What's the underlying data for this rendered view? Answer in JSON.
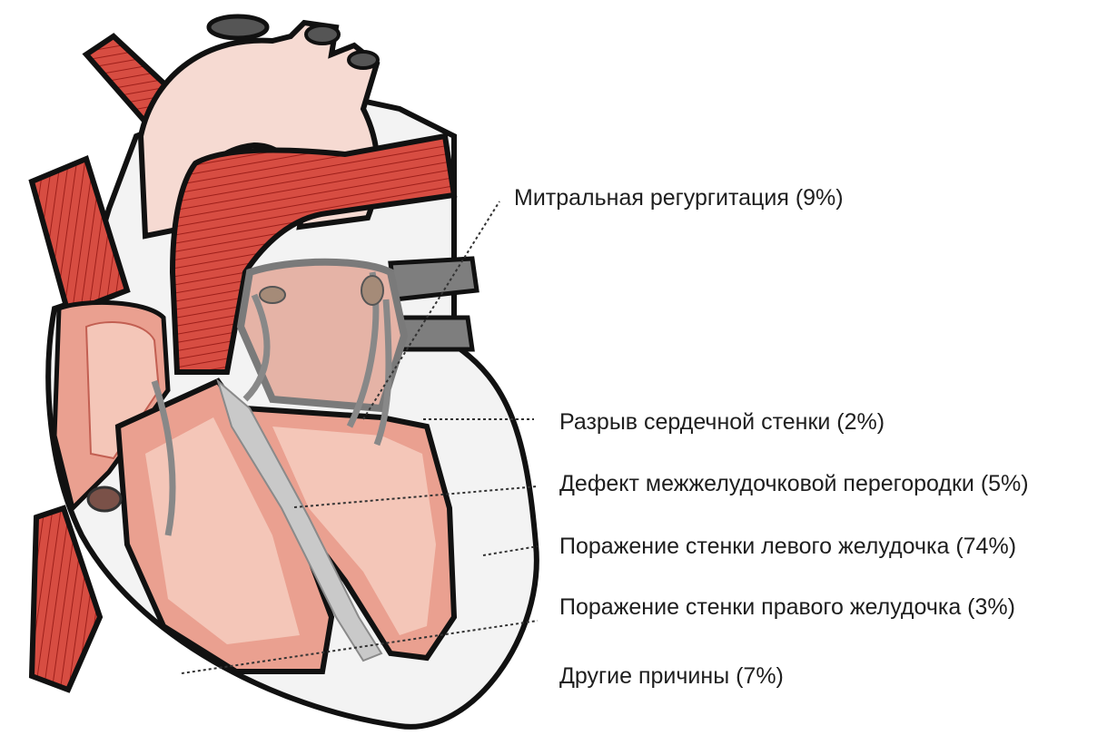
{
  "diagram": {
    "labels": [
      {
        "id": "mitral",
        "text": "Митральная регургитация (9%)",
        "percent": 9
      },
      {
        "id": "rupture",
        "text": "Разрыв сердечной стенки (2%)",
        "percent": 2
      },
      {
        "id": "vsd",
        "text": "Дефект межжелудочковой перегородки (5%)",
        "percent": 5
      },
      {
        "id": "lv",
        "text": "Поражение стенки левого желудочка (74%)",
        "percent": 74
      },
      {
        "id": "rv",
        "text": "Поражение стенки правого желудочка (3%)",
        "percent": 3
      },
      {
        "id": "other",
        "text": "Другие причины (7%)",
        "percent": 7
      }
    ]
  },
  "colors": {
    "outline": "#111111",
    "vessel_red": "#d0483c",
    "muscle_pink": "#eaa090",
    "muscle_light": "#f4c6b8",
    "vein_gray": "#7e7e7e",
    "septum_gray": "#c9c9c9",
    "pericardium": "#eeeeee",
    "leader": "#333333",
    "text": "#1e1e1e"
  }
}
